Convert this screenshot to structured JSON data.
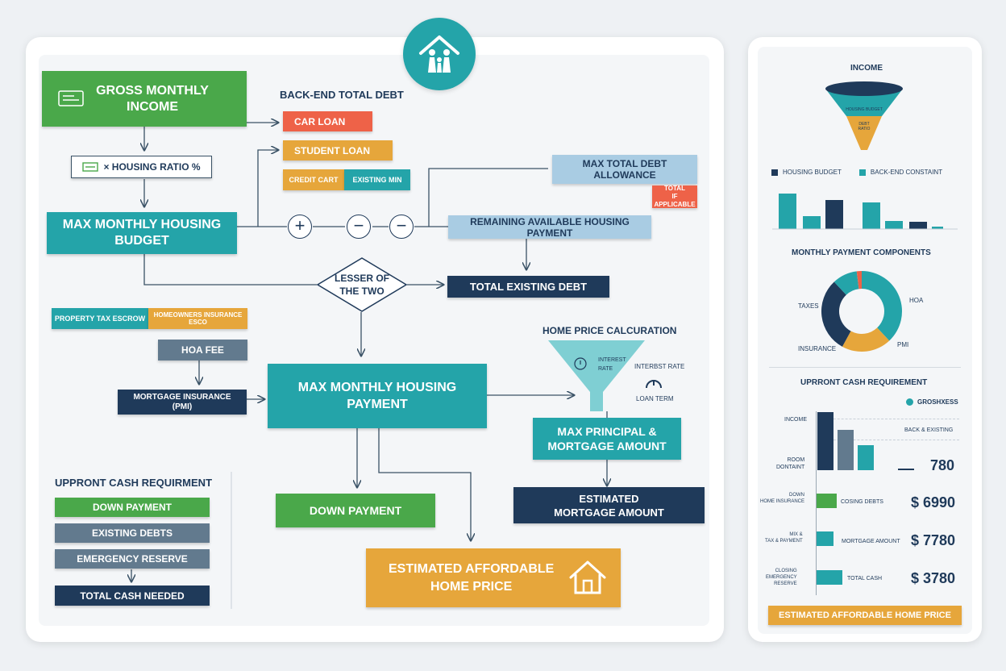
{
  "flow": {
    "gross_monthly_income": "GROSS MONTHLY\nINCOME",
    "housing_ratio": "× HOUSING RATIO %",
    "max_monthly_housing_budget": "MAX MONTHLY HOUSING\nBUDGET",
    "back_end_total_debt": "BACK-END TOTAL DEBT",
    "car_loan": "CAR LOAN",
    "student_loan": "STUDENT LOAN",
    "credit_card": "CREDIT CART",
    "existing_min": "EXISTING MIN",
    "max_total_debt_allowance": "MAX TOTAL DEBT\nALLOWANCE",
    "total_if_applicable": "TOTAL\nIF APPLICABLE",
    "plus": "+",
    "minus1": "−",
    "minus2": "−",
    "remaining_available": "REMAINING AVAILABLE HOUSING PAYMENT",
    "lesser_of_two": "LESSER OF\nTHE TWO",
    "total_existing_debt": "TOTAL EXISTING DEBT",
    "property_tax_escrow": "PROPERTY TAX ESCROW",
    "homeowners_insurance": "HOMEOWNERS INSURANCE ESCO",
    "hoa_fee": "HOA FEE",
    "mortgage_insurance": "MORTGAGE INSURANCE\n(PMI)",
    "max_monthly_housing_payment": "MAX MONTHLY HOUSING\nPAYMENT",
    "home_price_calculation": "HOME PRICE CALCURATION",
    "funnel_interest_rate": "INTEREST\nRATE",
    "interest_rate": "INTERBST RATE",
    "loan_term": "LOAN TERM",
    "max_principal": "MAX PRINCIPAL &\nMORTGAGE AMOUNT",
    "estimated_mortgage": "ESTIMATED\nMORTGAGE AMOUNT",
    "down_payment": "DOWN PAYMENT",
    "estimated_affordable_home_price": "ESTIMATED AFFORDABLE\nHOME PRICE"
  },
  "upfront_left": {
    "title": "UPPRONT CASH REQUIRMENT",
    "down_payment": "DOWN PAYMENT",
    "existing_debts": "EXISTING DEBTS",
    "emergency_reserve": "EMERGENCY RESERVE",
    "total_cash_needed": "TOTAL CASH NEEDED"
  },
  "side": {
    "income_title": "INCOME",
    "funnel_top": "HOUSING BUDGET",
    "funnel_bottom": "DEBT\nRATIO",
    "legend_housing_budget": "HOUSING BUDGET",
    "legend_back_end": "BACK-END CONSTAINT",
    "monthly_components_title": "MONTHLY PAYMENT COMPONENTS",
    "donut_taxes": "TAXES",
    "donut_hoa": "HOA",
    "donut_insurance": "INSURANCE",
    "donut_pmi": "PMI",
    "upfront_title": "UPRRONT CASH REQUIREMENT",
    "legend_gross": "GROSHXESS",
    "row_income": "INCOME",
    "row_back_end": "BACK & EXISTING",
    "row_room": "ROOM\nDONTAINT",
    "value_780": "780",
    "row_down": "DOWN\nHOME INSURANCE",
    "row_closing_debts": "COSING DEBTS",
    "value_6990": "$ 6990",
    "row_mix": "MIX &\nTAX & PAYMENT",
    "row_mortgage_amount": "MORTGAGE AMOUNT",
    "value_7780": "$ 7780",
    "row_closing": "CLOSING\nEMERGENCY\nRESERVE",
    "row_total_cash": "TOTAL CASH",
    "value_3780": "$ 3780",
    "footer": "ESTIMATED AFFORDABLE HOME PRICE"
  },
  "charts": {
    "income_bars": [
      {
        "value": 44,
        "color": "#24a4a9"
      },
      {
        "value": 16,
        "color": "#24a4a9"
      },
      {
        "value": 36,
        "color": "#1f3a5a"
      },
      {
        "value": 33,
        "color": "#24a4a9"
      },
      {
        "value": 10,
        "color": "#24a4a9"
      },
      {
        "value": 9,
        "color": "#1f3a5a"
      },
      {
        "value": 3,
        "color": "#24a4a9"
      }
    ],
    "donut": [
      {
        "label": "TAXES",
        "value": 38,
        "color": "#24a4a9"
      },
      {
        "label": "HOA",
        "value": 20,
        "color": "#e6a63b"
      },
      {
        "label": "PMI",
        "value": 30,
        "color": "#1f3a5a"
      },
      {
        "label": "INSURANCE",
        "value": 10,
        "color": "#24a4a9"
      },
      {
        "label": "other",
        "value": 2,
        "color": "#ee6248"
      }
    ],
    "upfront_bars": [
      {
        "value": 72,
        "color": "#1f3a5a"
      },
      {
        "value": 50,
        "color": "#627a8e"
      },
      {
        "value": 31,
        "color": "#24a4a9"
      },
      {
        "value": 2,
        "color": "#1f3a5a"
      }
    ],
    "hbars": [
      {
        "value": 25,
        "color": "#4aa84a"
      },
      {
        "value": 21,
        "color": "#24a4a9"
      },
      {
        "value": 32,
        "color": "#24a4a9"
      }
    ]
  }
}
